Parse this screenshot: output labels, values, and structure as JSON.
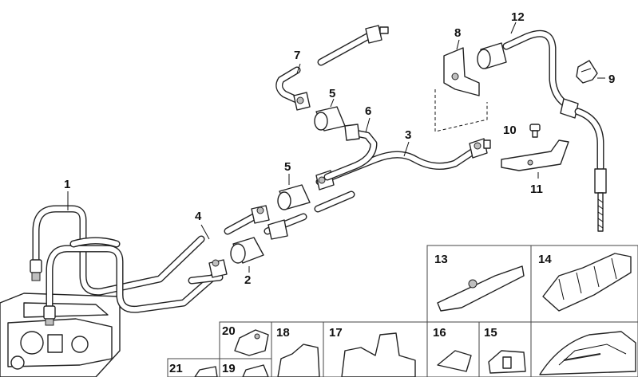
{
  "labels": {
    "p1": "1",
    "p2": "2",
    "p3": "3",
    "p4": "4",
    "p5a": "5",
    "p5b": "5",
    "p6": "6",
    "p7": "7",
    "p8": "8",
    "p9": "9",
    "p10": "10",
    "p11": "11",
    "p12": "12",
    "p13": "13",
    "p14": "14",
    "p15": "15",
    "p16": "16",
    "p17": "17",
    "p18": "18",
    "p19": "19",
    "p20": "20",
    "p21": "21"
  }
}
